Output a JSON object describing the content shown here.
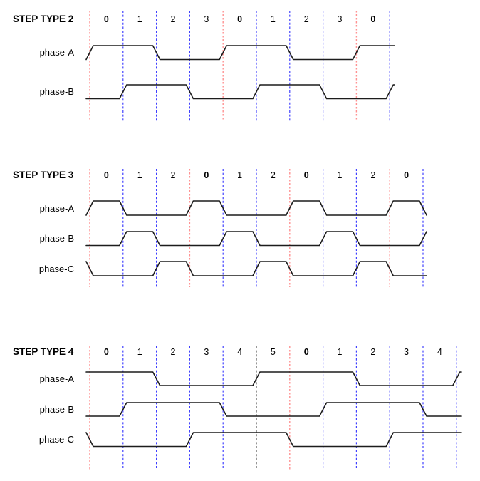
{
  "page": {
    "background": "#ffffff"
  },
  "colors": {
    "red_line": "#ff9191",
    "blue_line": "#3b3bff",
    "dark_line": "#4a4a4a",
    "wave": "#1c1c1c",
    "text": "#000000"
  },
  "diagrams": [
    {
      "title": "STEP TYPE 2",
      "step_labels": [
        "0",
        "1",
        "2",
        "3",
        "0",
        "1",
        "2",
        "3",
        "0"
      ],
      "boundary_colors": [
        "red",
        "blue",
        "blue",
        "blue",
        "red",
        "blue",
        "blue",
        "blue",
        "red",
        "blue"
      ],
      "phases": [
        {
          "label": "phase-A",
          "levels": [
            1,
            1,
            0,
            0,
            1,
            1,
            0,
            0,
            1
          ],
          "pre": 0,
          "post": 1
        },
        {
          "label": "phase-B",
          "levels": [
            0,
            1,
            1,
            0,
            0,
            1,
            1,
            0,
            0
          ],
          "pre": 0,
          "post": 1
        }
      ]
    },
    {
      "title": "STEP TYPE 3",
      "step_labels": [
        "0",
        "1",
        "2",
        "0",
        "1",
        "2",
        "0",
        "1",
        "2",
        "0"
      ],
      "boundary_colors": [
        "red",
        "blue",
        "blue",
        "red",
        "blue",
        "blue",
        "red",
        "blue",
        "blue",
        "red",
        "blue"
      ],
      "phases": [
        {
          "label": "phase-A",
          "levels": [
            1,
            0,
            0,
            1,
            0,
            0,
            1,
            0,
            0,
            1
          ],
          "pre": 0,
          "post": 0
        },
        {
          "label": "phase-B",
          "levels": [
            0,
            1,
            0,
            0,
            1,
            0,
            0,
            1,
            0,
            0
          ],
          "pre": 0,
          "post": 1
        },
        {
          "label": "phase-C",
          "levels": [
            0,
            0,
            1,
            0,
            0,
            1,
            0,
            0,
            1,
            0
          ],
          "pre": 1,
          "post": 0
        }
      ]
    },
    {
      "title": "STEP TYPE 4",
      "step_labels": [
        "0",
        "1",
        "2",
        "3",
        "4",
        "5",
        "0",
        "1",
        "2",
        "3",
        "4"
      ],
      "boundary_colors": [
        "red",
        "blue",
        "blue",
        "blue",
        "blue",
        "dark",
        "red",
        "blue",
        "blue",
        "blue",
        "blue",
        "blue"
      ],
      "phases": [
        {
          "label": "phase-A",
          "levels": [
            1,
            1,
            0,
            0,
            0,
            1,
            1,
            1,
            0,
            0,
            0
          ],
          "pre": 1,
          "post": 1
        },
        {
          "label": "phase-B",
          "levels": [
            0,
            1,
            1,
            1,
            0,
            0,
            0,
            1,
            1,
            1,
            0
          ],
          "pre": 0,
          "post": 0
        },
        {
          "label": "phase-C",
          "levels": [
            0,
            0,
            0,
            1,
            1,
            1,
            0,
            0,
            0,
            1,
            1
          ],
          "pre": 1,
          "post": 1
        }
      ]
    }
  ]
}
